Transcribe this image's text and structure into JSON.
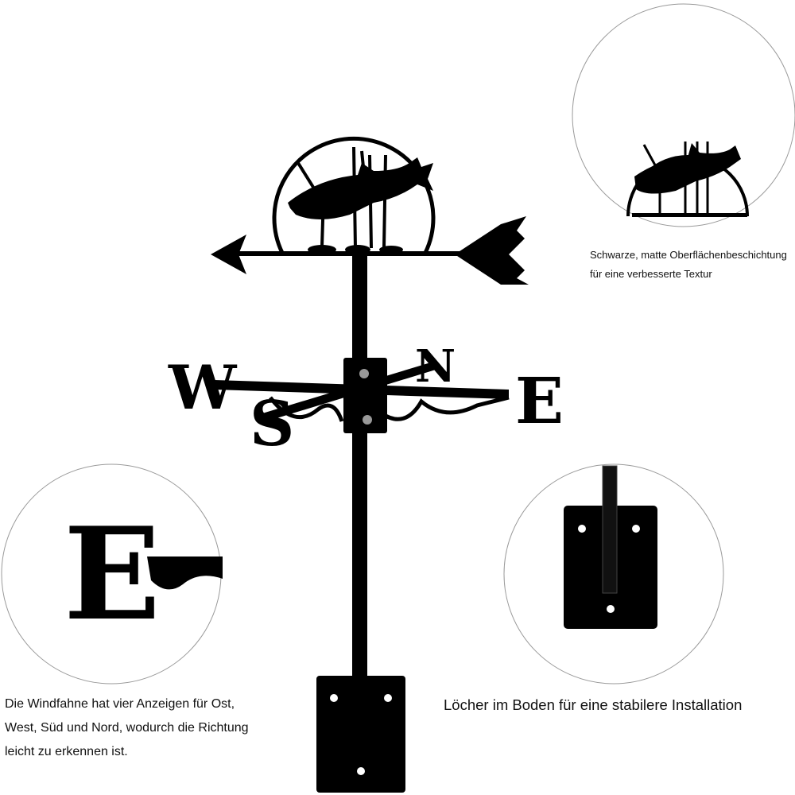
{
  "captions": {
    "coating": [
      "Schwarze, matte Oberflächenbeschichtung",
      "für eine verbesserte Textur"
    ],
    "directions": [
      "Die Windfahne hat vier Anzeigen für Ost,",
      "West, Süd und Nord, wodurch die Richtung",
      "leicht zu erkennen ist."
    ],
    "holes": "Löcher im Boden für eine stabilere Installation"
  },
  "product_letters": {
    "west": "W",
    "east": "E",
    "north": "N",
    "south": "S"
  },
  "colors": {
    "product": "#000000",
    "background": "#ffffff",
    "circle_outline": "#9a9a9a"
  }
}
